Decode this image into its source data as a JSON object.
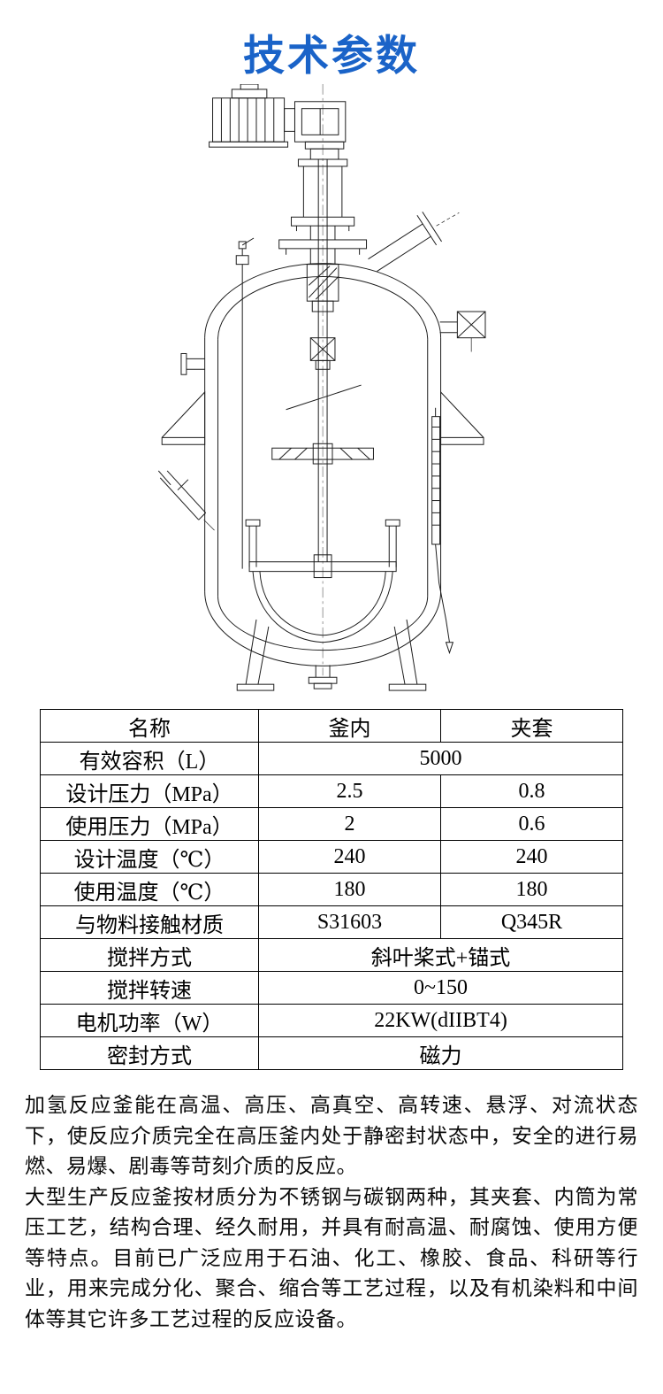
{
  "header": {
    "title": "技术参数",
    "title_color": "#1a63c8"
  },
  "spec_table": {
    "columns": [
      "名称",
      "釜内",
      "夹套"
    ],
    "rows": [
      {
        "label": "有效容积（L）",
        "values": [
          "5000"
        ]
      },
      {
        "label": "设计压力（MPa）",
        "values": [
          "2.5",
          "0.8"
        ]
      },
      {
        "label": "使用压力（MPa）",
        "values": [
          "2",
          "0.6"
        ]
      },
      {
        "label": "设计温度（℃）",
        "values": [
          "240",
          "240"
        ]
      },
      {
        "label": "使用温度（℃）",
        "values": [
          "180",
          "180"
        ]
      },
      {
        "label": "与物料接触材质",
        "values": [
          "S31603",
          "Q345R"
        ]
      },
      {
        "label": "搅拌方式",
        "values": [
          "斜叶桨式+锚式"
        ]
      },
      {
        "label": "搅拌转速",
        "values": [
          "0~150"
        ]
      },
      {
        "label": "电机功率（W）",
        "values": [
          "22KW(dIIBT4)"
        ]
      },
      {
        "label": "密封方式",
        "values": [
          "磁力"
        ]
      }
    ]
  },
  "description": {
    "paragraphs": [
      "加氢反应釜能在高温、高压、高真空、高转速、悬浮、对流状态下，使反应介质完全在高压釜内处于静密封状态中，安全的进行易燃、易爆、剧毒等苛刻介质的反应。",
      "大型生产反应釜按材质分为不锈钢与碳钢两种，其夹套、内筒为常压工艺，结构合理、经久耐用，并具有耐高温、耐腐蚀、使用方便等特点。目前已广泛应用于石油、化工、橡胶、食品、科研等行业，用来完成分化、聚合、缩合等工艺过程，以及有机染料和中间体等其它许多工艺过程的反应设备。"
    ]
  }
}
